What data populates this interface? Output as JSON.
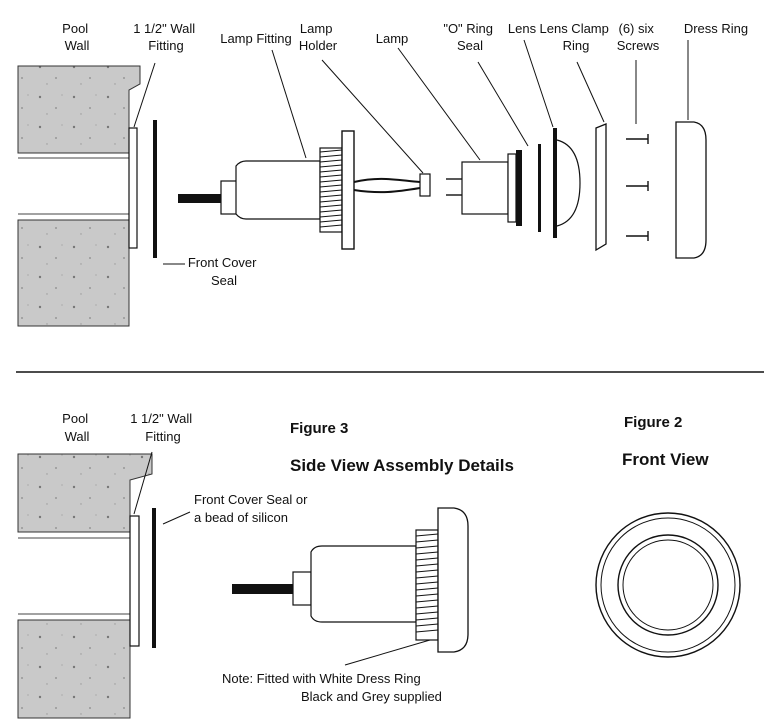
{
  "exploded_view": {
    "pool_wall": [
      "Pool",
      "Wall"
    ],
    "wall_fitting": [
      "1 1/2\" Wall",
      "Fitting"
    ],
    "lamp_fitting": "Lamp Fitting",
    "lamp_holder": [
      "Lamp",
      "Holder"
    ],
    "lamp": "Lamp",
    "o_ring_seal": [
      "\"O\" Ring",
      "Seal"
    ],
    "lens": "Lens",
    "lens_clamp_ring": [
      "Lens Clamp",
      "Ring"
    ],
    "screws": [
      "(6) six",
      "Screws"
    ],
    "dress_ring": "Dress Ring",
    "front_cover_seal": [
      "Front Cover",
      "Seal"
    ]
  },
  "side_view": {
    "pool_wall": [
      "Pool",
      "Wall"
    ],
    "wall_fitting": [
      "1 1/2\" Wall",
      "Fitting"
    ],
    "figure_label": "Figure 3",
    "title": "Side View Assembly Details",
    "front_cover_seal": [
      "Front Cover Seal or",
      "a bead of silicon"
    ],
    "note": [
      "Note: Fitted with White Dress Ring",
      "Black and Grey supplied"
    ]
  },
  "front_view": {
    "figure_label": "Figure 2",
    "title": "Front View"
  },
  "colors": {
    "concrete": "#c9c9c9",
    "ink": "#111111",
    "paper": "#ffffff"
  }
}
